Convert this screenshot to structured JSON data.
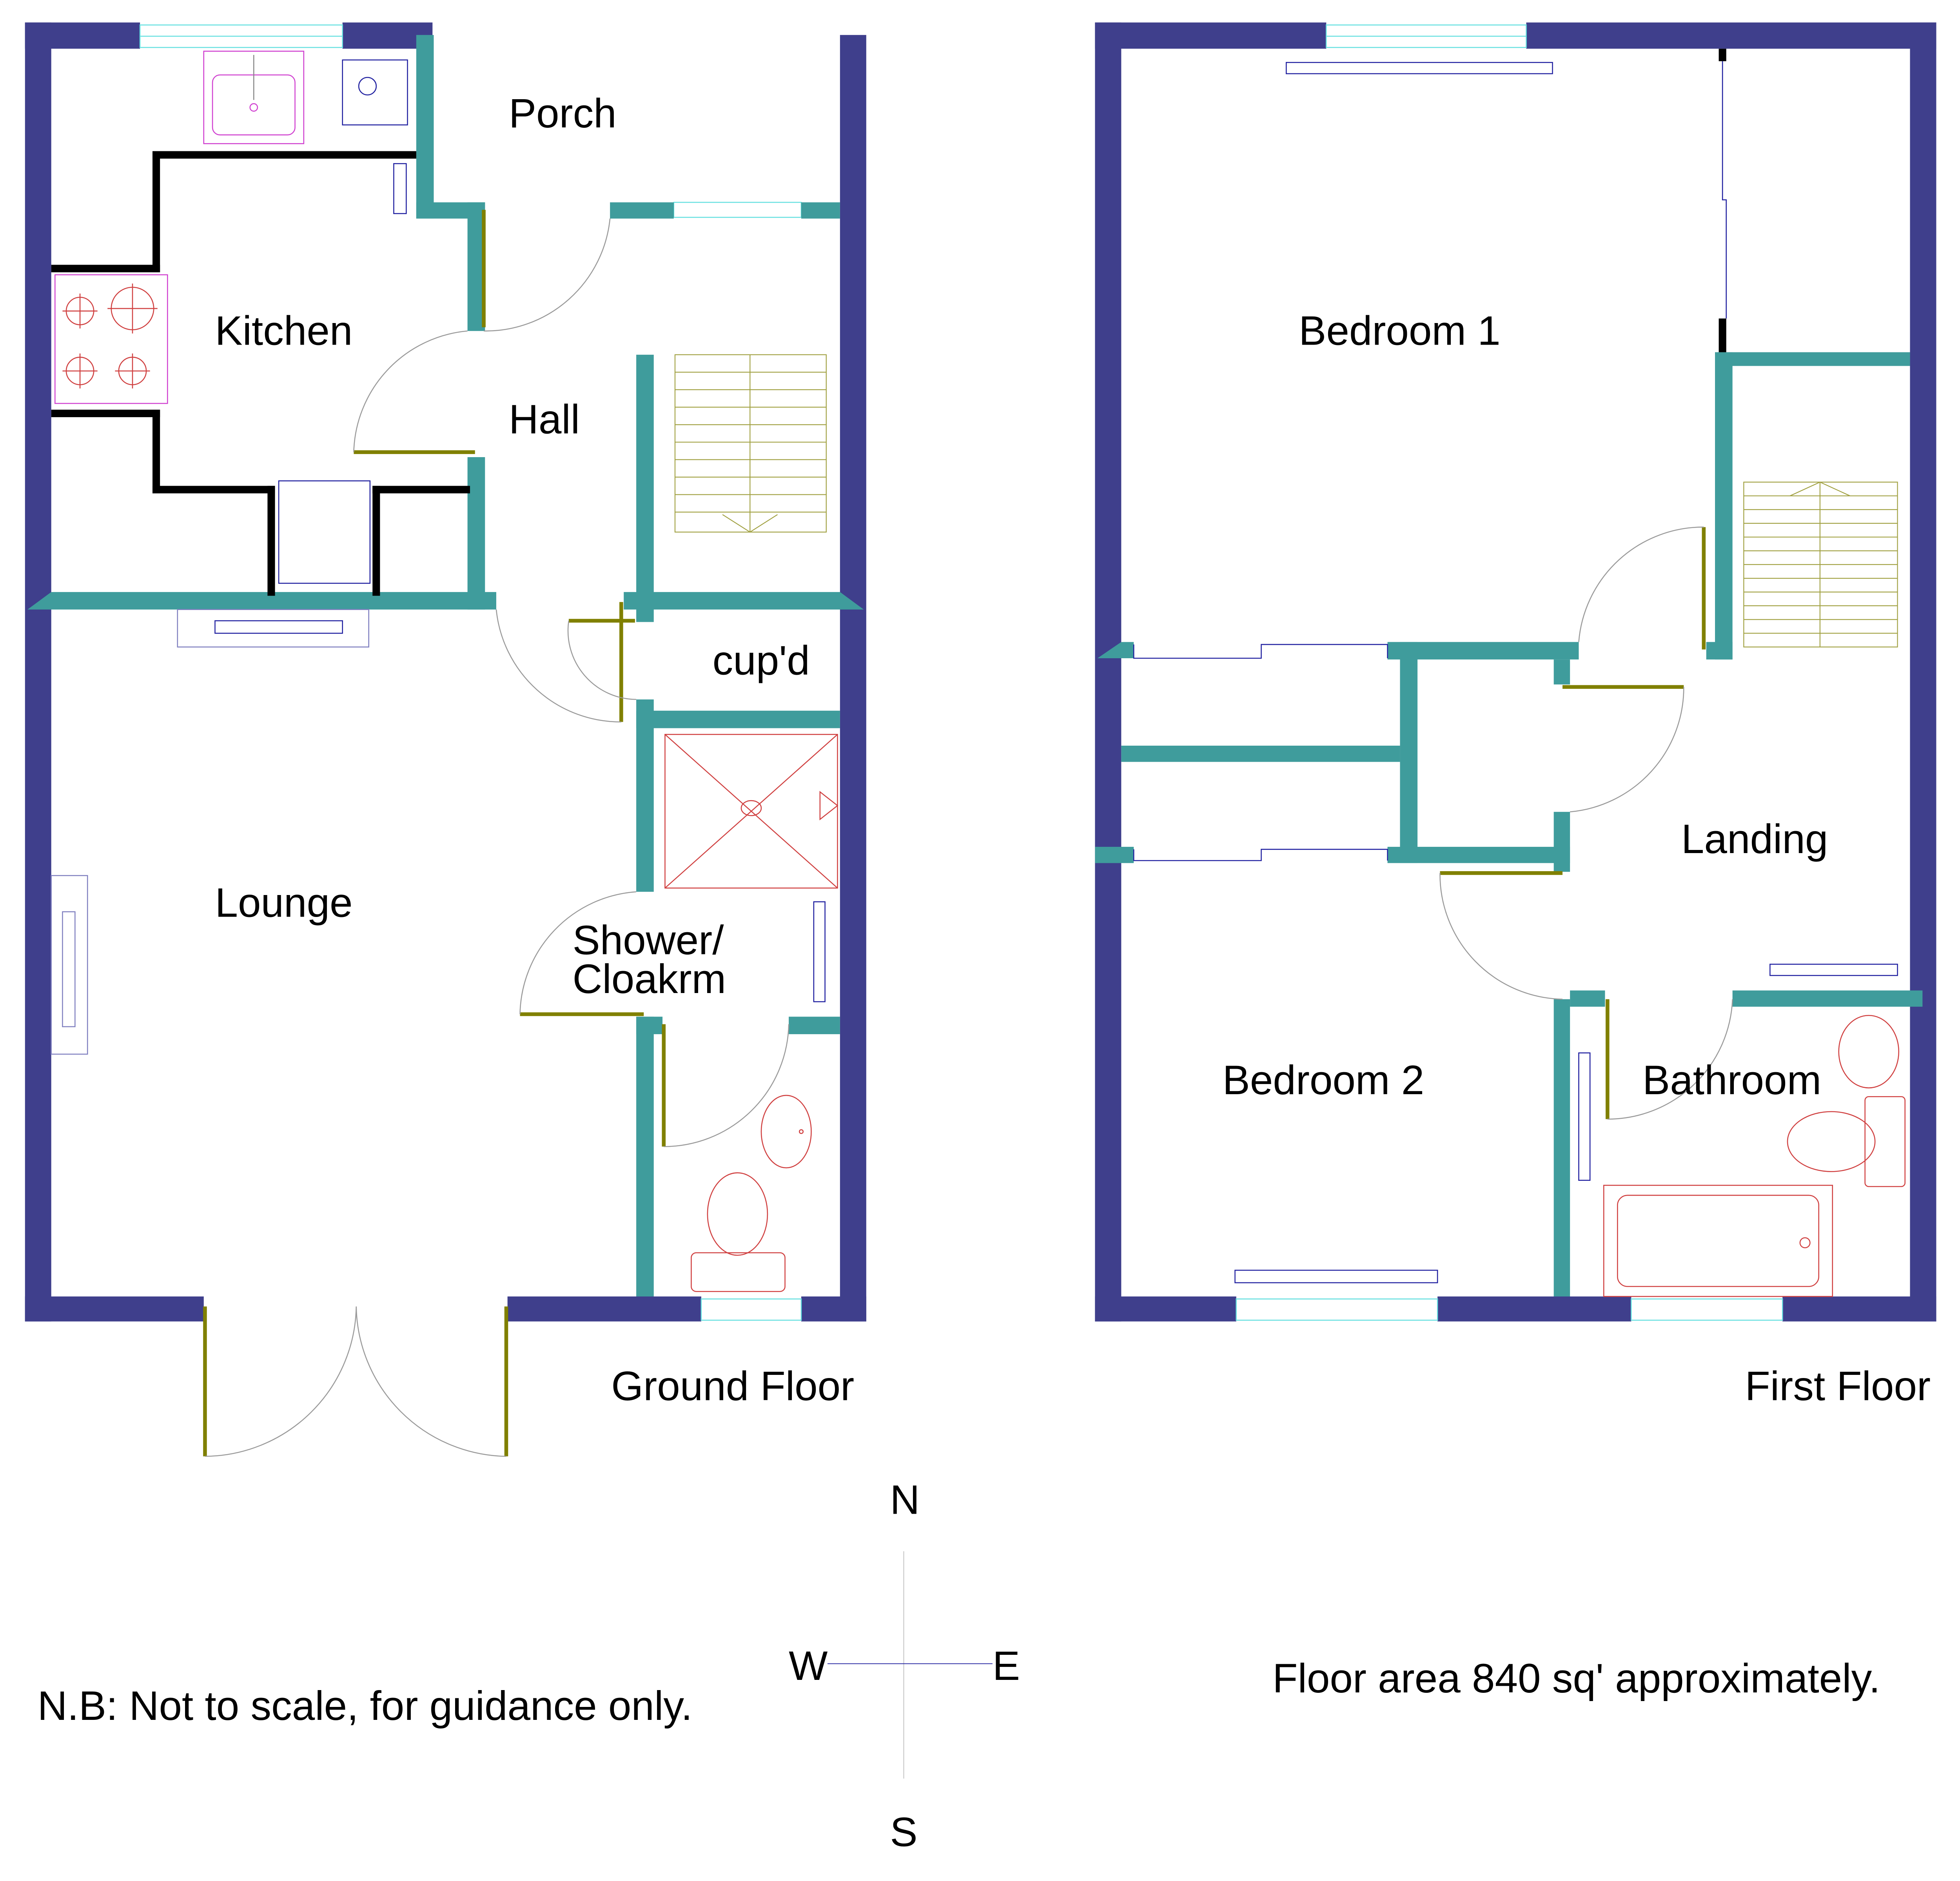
{
  "plan": {
    "ground_floor": {
      "title": "Ground Floor",
      "rooms": {
        "porch": "Porch",
        "kitchen": "Kitchen",
        "hall": "Hall",
        "cupboard": "cup'd",
        "lounge": "Lounge",
        "shower_line1": "Shower/",
        "shower_line2": "Cloakrm"
      }
    },
    "first_floor": {
      "title": "First Floor",
      "rooms": {
        "bedroom1": "Bedroom 1",
        "landing": "Landing",
        "bedroom2": "Bedroom 2",
        "bathroom": "Bathroom"
      }
    },
    "compass": {
      "north": "N",
      "south": "S",
      "east": "E",
      "west": "W"
    },
    "notes": {
      "disclaimer": "N.B: Not to scale, for guidance only.",
      "floor_area": "Floor area 840 sq' approximately."
    },
    "colors": {
      "external_wall": "#3f3f8c",
      "internal_wall": "#3f9c9c",
      "door": "#808000",
      "window": "#66e0e0"
    }
  }
}
